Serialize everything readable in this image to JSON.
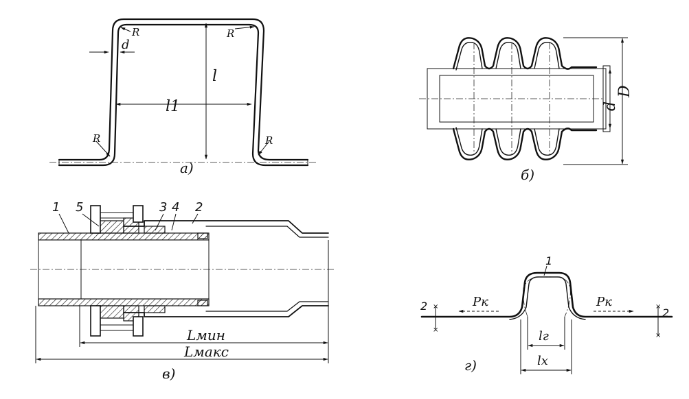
{
  "panel_a": {
    "caption": "а)",
    "labels": {
      "radius_top_left": "R",
      "radius_top_right": "R",
      "radius_bottom_left": "R",
      "radius_bottom_right": "R",
      "thickness": "d",
      "height": "l",
      "width": "l1"
    }
  },
  "panel_b": {
    "caption": "б)",
    "labels": {
      "inner_diameter": "d",
      "outer_diameter": "D"
    }
  },
  "panel_v": {
    "caption": "в)",
    "parts": [
      "1",
      "5",
      "3",
      "4",
      "2"
    ],
    "labels": {
      "length_min": "Lмин",
      "length_max": "Lмакс"
    }
  },
  "panel_g": {
    "caption": "г)",
    "labels": {
      "part_1": "1",
      "left_2": "2",
      "right_2": "2",
      "force_left": "Pк",
      "force_right": "Pк",
      "length_r": "lг",
      "length_x": "lх"
    }
  }
}
